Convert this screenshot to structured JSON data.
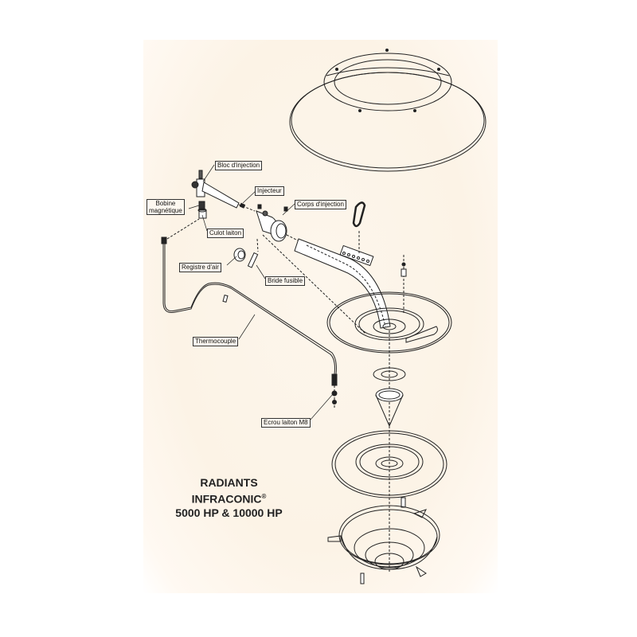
{
  "title": {
    "line1": "RADIANTS INFRACONIC",
    "registered": "®",
    "line2": "5000 HP & 10000 HP"
  },
  "labels": {
    "bloc_injection": "Bloc d'injection",
    "injecteur": "Injecteur",
    "bobine_line1": "Bobine",
    "bobine_line2": "magnétique",
    "corps_injection": "Corps d'injection",
    "culot_laiton": "Culot laiton",
    "registre_air": "Registre d'air",
    "bride_fusible": "Bride fusible",
    "thermocouple": "Thermocouple",
    "ecrou_laiton": "Ecrou laiton M8"
  },
  "colors": {
    "line": "#222222",
    "paper": "#fdf6ec",
    "label_bg": "#fdf8f0"
  }
}
